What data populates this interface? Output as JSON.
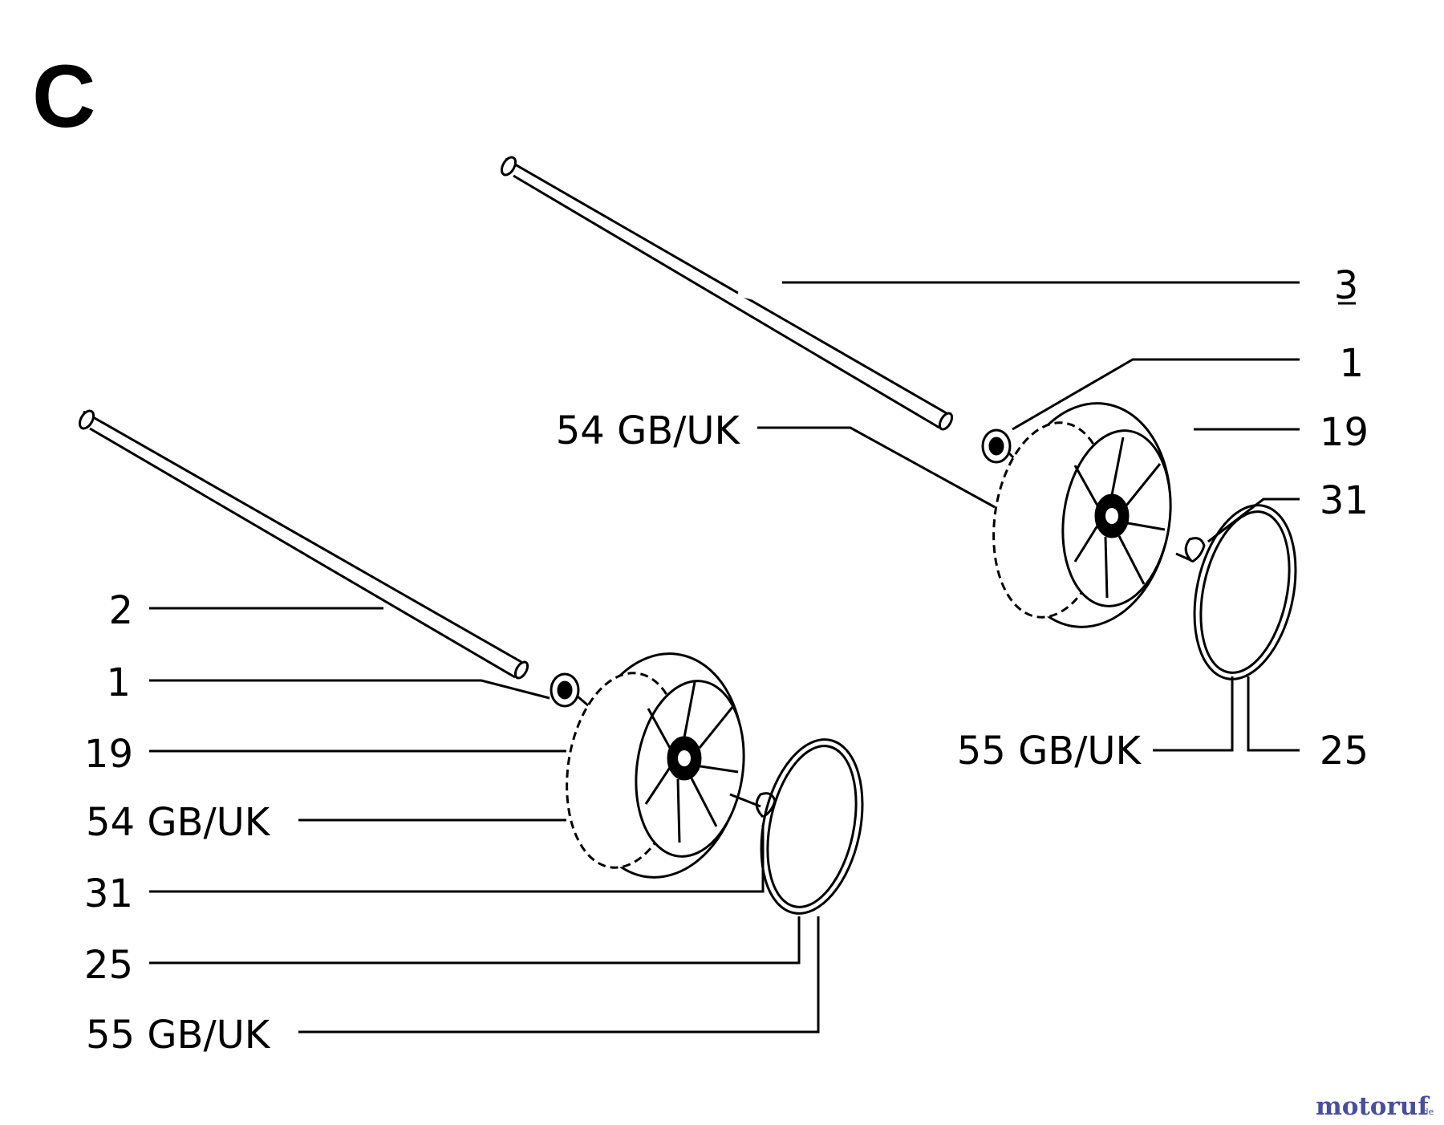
{
  "section_letter": "C",
  "watermark": {
    "text": "motoruf",
    "suffix": ".de",
    "color": "#4a4f9c"
  },
  "right_assembly_callouts": {
    "axle": "3",
    "bushing": "1",
    "cover": "54 GB/UK",
    "wheel": "19",
    "clip": "31",
    "hubcap_uk": "55 GB/UK",
    "hubcap": "25"
  },
  "left_assembly_callouts": {
    "axle": "2",
    "bushing": "1",
    "wheel": "19",
    "cover": "54 GB/UK",
    "clip": "31",
    "hubcap": "25",
    "hubcap_uk": "55 GB/UK"
  }
}
